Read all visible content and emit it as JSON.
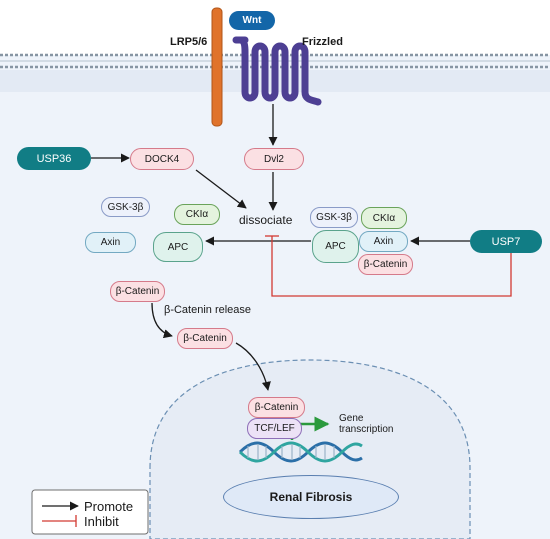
{
  "membrane": {
    "lrp": "LRP5/6",
    "frizzled": "Frizzled",
    "wnt": "Wnt"
  },
  "nodes": {
    "usp36": "USP36",
    "dock4": "DOCK4",
    "dvl2": "Dvl2",
    "gsk_left": "GSK-3β",
    "ckia_left": "CKIα",
    "axin_left": "Axin",
    "apc_left": "APC",
    "dissociate": "dissociate",
    "gsk_right": "GSK-3β",
    "ckia_right": "CKIα",
    "apc_right": "APC",
    "axin_right": "Axin",
    "bcat_right": "β-Catenin",
    "usp7": "USP7",
    "bcat_1": "β-Catenin",
    "bcat_release": "β-Catenin release",
    "bcat_2": "β-Catenin",
    "bcat_nuc": "β-Catenin",
    "tcf": "TCF/LEF",
    "gene_1": "Gene",
    "gene_2": "transcription",
    "renal": "Renal Fibrosis"
  },
  "legend": {
    "promote": "Promote",
    "inhibit": "Inhibit"
  },
  "colors": {
    "membrane_bg": "#eef3fa",
    "membrane_line": "#8795a3",
    "lrp": "#e0732b",
    "frizzled": "#4d3f93",
    "wnt": "#1366a8",
    "teal": "#117d85",
    "pink_fill": "#fbe0e3",
    "pink_stroke": "#d57a8a",
    "green_fill": "#e4f3de",
    "green_stroke": "#6aa35a",
    "blue_fill": "#e1f1f8",
    "blue_stroke": "#73a9c2",
    "inhibit": "#d23a33",
    "transcription": "#2b9a3d"
  }
}
